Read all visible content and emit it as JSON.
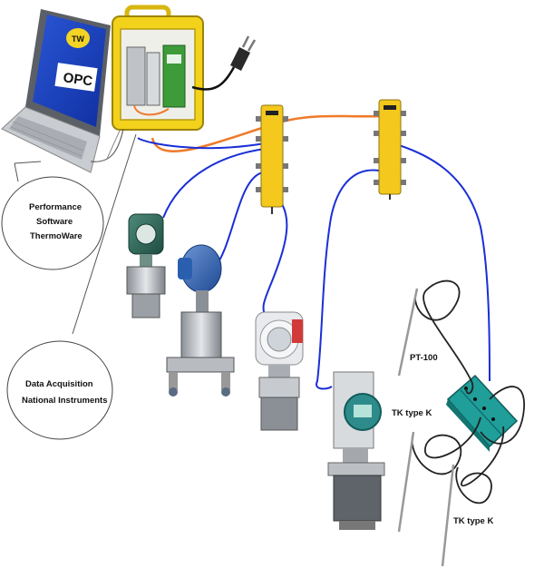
{
  "callouts": {
    "software": [
      "Performance",
      "Software",
      "ThermoWare"
    ],
    "daq": [
      "Data Acquisition",
      "National Instruments"
    ]
  },
  "laptop": {
    "logo_text": "TW",
    "opc_text": "OPC"
  },
  "sensor_labels": {
    "pt100": "PT-100",
    "tk1": "TK type K",
    "tk2": "TK type K"
  },
  "colors": {
    "fieldbus_cable": "#1a2fd6",
    "trunk_cable": "#f07a2a",
    "case_yellow": "#f2d21b",
    "junction_yellow": "#f4c81c",
    "transmitter_blue": "#2a5fb0",
    "transmitter_green": "#2e6e5c",
    "terminal_teal": "#1f9e9a"
  },
  "icons": [
    "laptop-icon",
    "power-plug-icon",
    "transmitter-icon",
    "thermocouple-icon",
    "junction-box-icon"
  ]
}
